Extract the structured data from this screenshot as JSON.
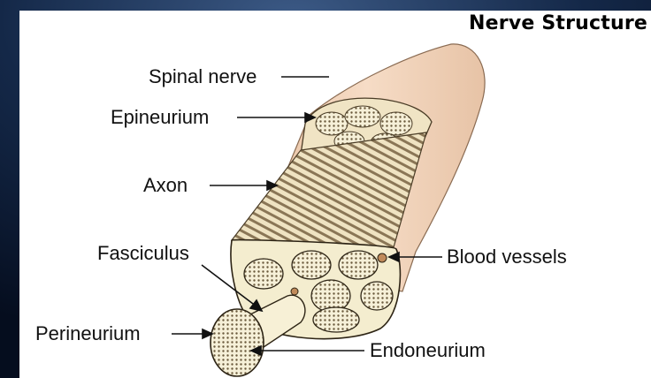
{
  "title": "Nerve Structure",
  "labels": {
    "spinal_nerve": "Spinal nerve",
    "epineurium": "Epineurium",
    "axon": "Axon",
    "fasciculus": "Fasciculus",
    "perineurium": "Perineurium",
    "blood_vessels": "Blood vessels",
    "endoneurium": "Endoneurium"
  },
  "colors": {
    "background": "#0b1a33",
    "panel": "#ffffff",
    "nerve_fill": "#f1d2b8",
    "nerve_shade": "#d9b497",
    "section_fill": "#f4edcf",
    "outline": "#2d2415"
  }
}
